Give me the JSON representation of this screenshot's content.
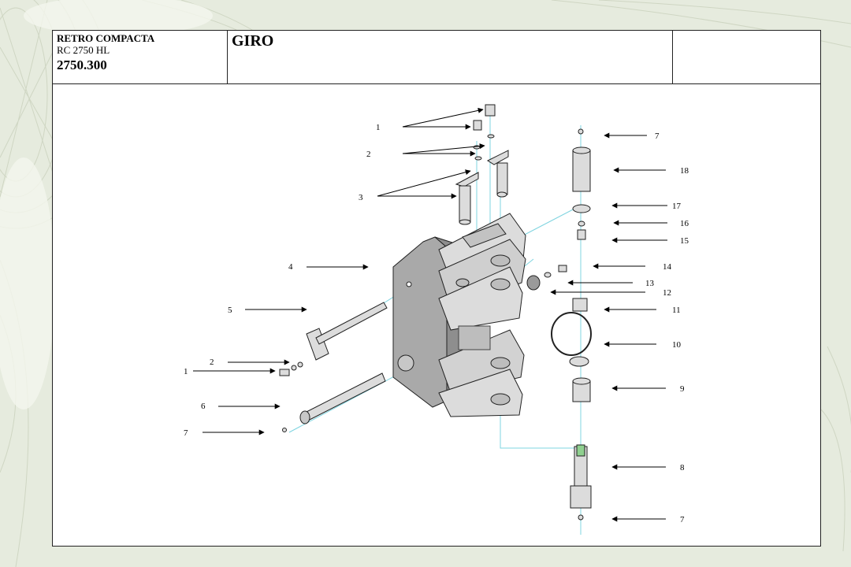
{
  "header": {
    "line1": "RETRO COMPACTA",
    "line2": "RC 2750 HL",
    "line3": "2750.300",
    "title": "GIRO"
  },
  "callouts": {
    "c1": "1",
    "c2": "2",
    "c3": "3",
    "c4": "4",
    "c5": "5",
    "c6": "6",
    "c7": "7",
    "c8": "8",
    "c9": "9",
    "c10": "10",
    "c11": "11",
    "c12": "12",
    "c13": "13",
    "c14": "14",
    "c15": "15",
    "c16": "16",
    "c17": "17",
    "c18": "18"
  },
  "colors": {
    "background": "#e8ece0",
    "part_fill": "#dcdcdc",
    "part_shadow": "#a9a9a9",
    "axis_line": "#7fd4e0",
    "green_tip": "#8fd08f"
  }
}
